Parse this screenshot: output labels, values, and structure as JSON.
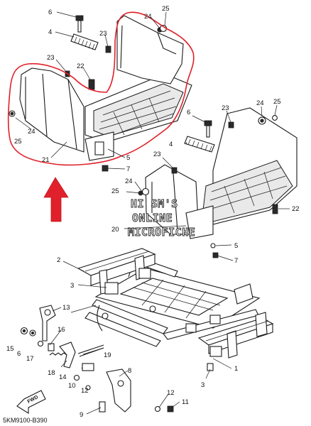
{
  "diagram": {
    "figure_code": "5KM9100-B390",
    "watermark": [
      "HI SM'S",
      "ONLINE",
      "MICROFICHE"
    ],
    "fwd_label": "FWD",
    "highlight_color": "#e0202a",
    "arrow_color": "#e0202a",
    "callouts": [
      "6",
      "24",
      "25",
      "4",
      "23",
      "22",
      "23",
      "24",
      "25",
      "21",
      "5",
      "7",
      "6",
      "23",
      "24",
      "25",
      "4",
      "23",
      "24",
      "25",
      "22",
      "20",
      "5",
      "7",
      "2",
      "3",
      "13",
      "16",
      "15",
      "6",
      "17",
      "18",
      "14",
      "19",
      "10",
      "12",
      "8",
      "1",
      "3",
      "12",
      "11",
      "9"
    ]
  }
}
